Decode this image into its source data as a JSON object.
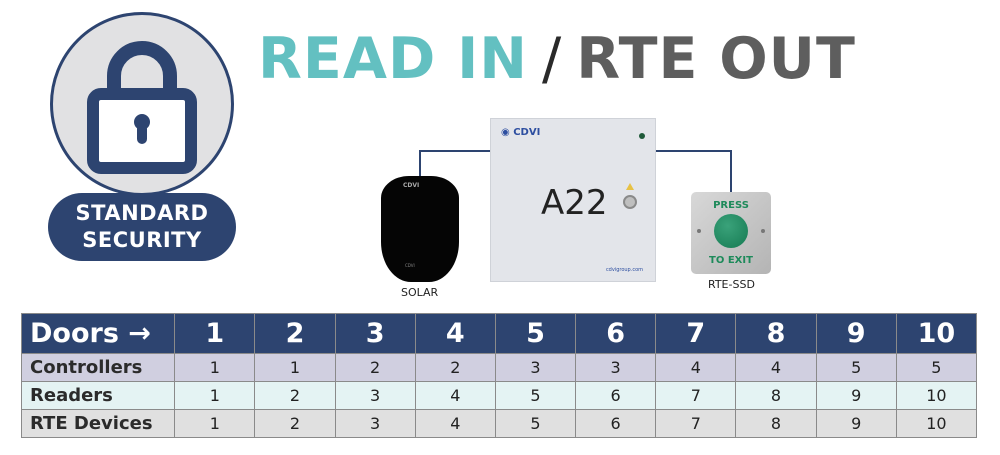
{
  "badge": {
    "icon": "padlock-icon",
    "line1": "STANDARD",
    "line2": "SECURITY"
  },
  "title": {
    "part1": "READ IN",
    "separator": "/",
    "part2": "RTE OUT",
    "colors": {
      "part1": "#63c0c1",
      "separator": "#2a2a2a",
      "part2": "#5e5e5e"
    }
  },
  "diagram": {
    "controller": {
      "brand": "CDVI",
      "model": "A22",
      "url": "cdvigroup.com"
    },
    "reader": {
      "brand": "CDVI",
      "label": "SOLAR"
    },
    "rte": {
      "top_text": "PRESS",
      "bottom_text": "TO EXIT",
      "label": "RTE-SSD"
    },
    "wire_color": "#2d4470"
  },
  "table": {
    "header_label": "Doors →",
    "doors": [
      "1",
      "2",
      "3",
      "4",
      "5",
      "6",
      "7",
      "8",
      "9",
      "10"
    ],
    "rows": [
      {
        "label": "Controllers",
        "values": [
          "1",
          "1",
          "2",
          "2",
          "3",
          "3",
          "4",
          "4",
          "5",
          "5"
        ]
      },
      {
        "label": "Readers",
        "values": [
          "1",
          "2",
          "3",
          "4",
          "5",
          "6",
          "7",
          "8",
          "9",
          "10"
        ]
      },
      {
        "label": "RTE Devices",
        "values": [
          "1",
          "2",
          "3",
          "4",
          "5",
          "6",
          "7",
          "8",
          "9",
          "10"
        ]
      }
    ],
    "colors": {
      "header": "#2d4470",
      "controllers": "#d0cfe0",
      "readers": "#e4f3f3",
      "rte": "#e0e0e0"
    }
  }
}
